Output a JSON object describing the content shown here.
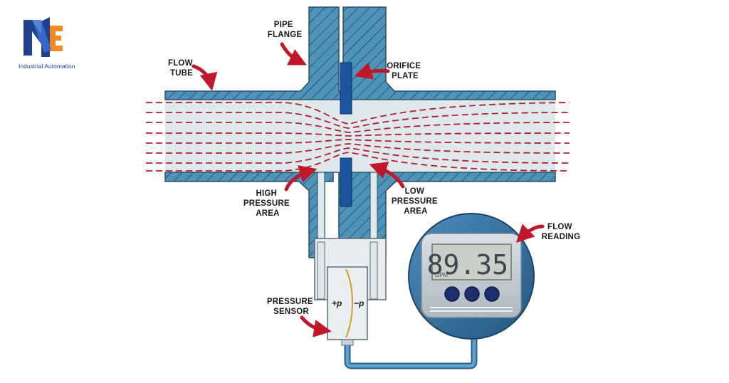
{
  "brand": {
    "tagline": "Industrial Automation",
    "primary_color": "#1f3f8f",
    "accent_color": "#f08a24"
  },
  "labels": {
    "pipe_flange": [
      "PIPE",
      "FLANGE"
    ],
    "flow_tube": [
      "FLOW",
      "TUBE"
    ],
    "orifice_plate": [
      "ORIFICE",
      "PLATE"
    ],
    "high_pressure": [
      "HIGH",
      "PRESSURE",
      "AREA"
    ],
    "low_pressure": [
      "LOW",
      "PRESSURE",
      "AREA"
    ],
    "flow_reading": [
      "FLOW",
      "READING"
    ],
    "pressure_sensor": [
      "PRESSURE",
      "SENSOR"
    ]
  },
  "sensor": {
    "plus_sign": "+p",
    "minus_sign": "−p"
  },
  "gauge": {
    "reading": "89.35",
    "unit": "GPM",
    "buttons": 3
  },
  "colors": {
    "pipe_wall": "#4f93b9",
    "pipe_interior": "#dfe8ec",
    "flow_lines": "#b01e2e",
    "callout_arrow": "#c0182a",
    "orifice": "#1c55a0",
    "gauge_bezel": "#2f6fa0"
  }
}
